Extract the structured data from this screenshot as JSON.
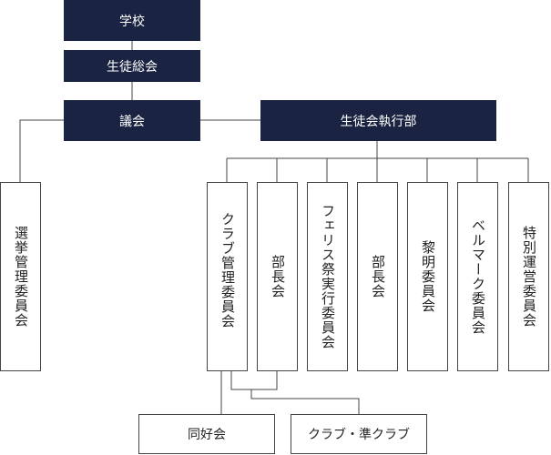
{
  "colors": {
    "dark_box": "#1a2442",
    "line": "#444444"
  },
  "nodes": {
    "school": "学校",
    "general_assembly": "生徒総会",
    "council": "議会",
    "election_committee": "選挙管理委員会",
    "executive": "生徒会執行部",
    "club_management_committee": "クラブ管理委員会",
    "club_leaders_1": "部長会",
    "ferris_festival_committee": "フェリス祭実行委員会",
    "club_leaders_2": "部長会",
    "reimei_committee": "黎明委員会",
    "bell_mark_committee": "ベルマーク委員会",
    "special_operations_committee": "特別運営委員会",
    "hobby_group": "同好会",
    "club_semi_club": "クラブ・準クラブ"
  }
}
